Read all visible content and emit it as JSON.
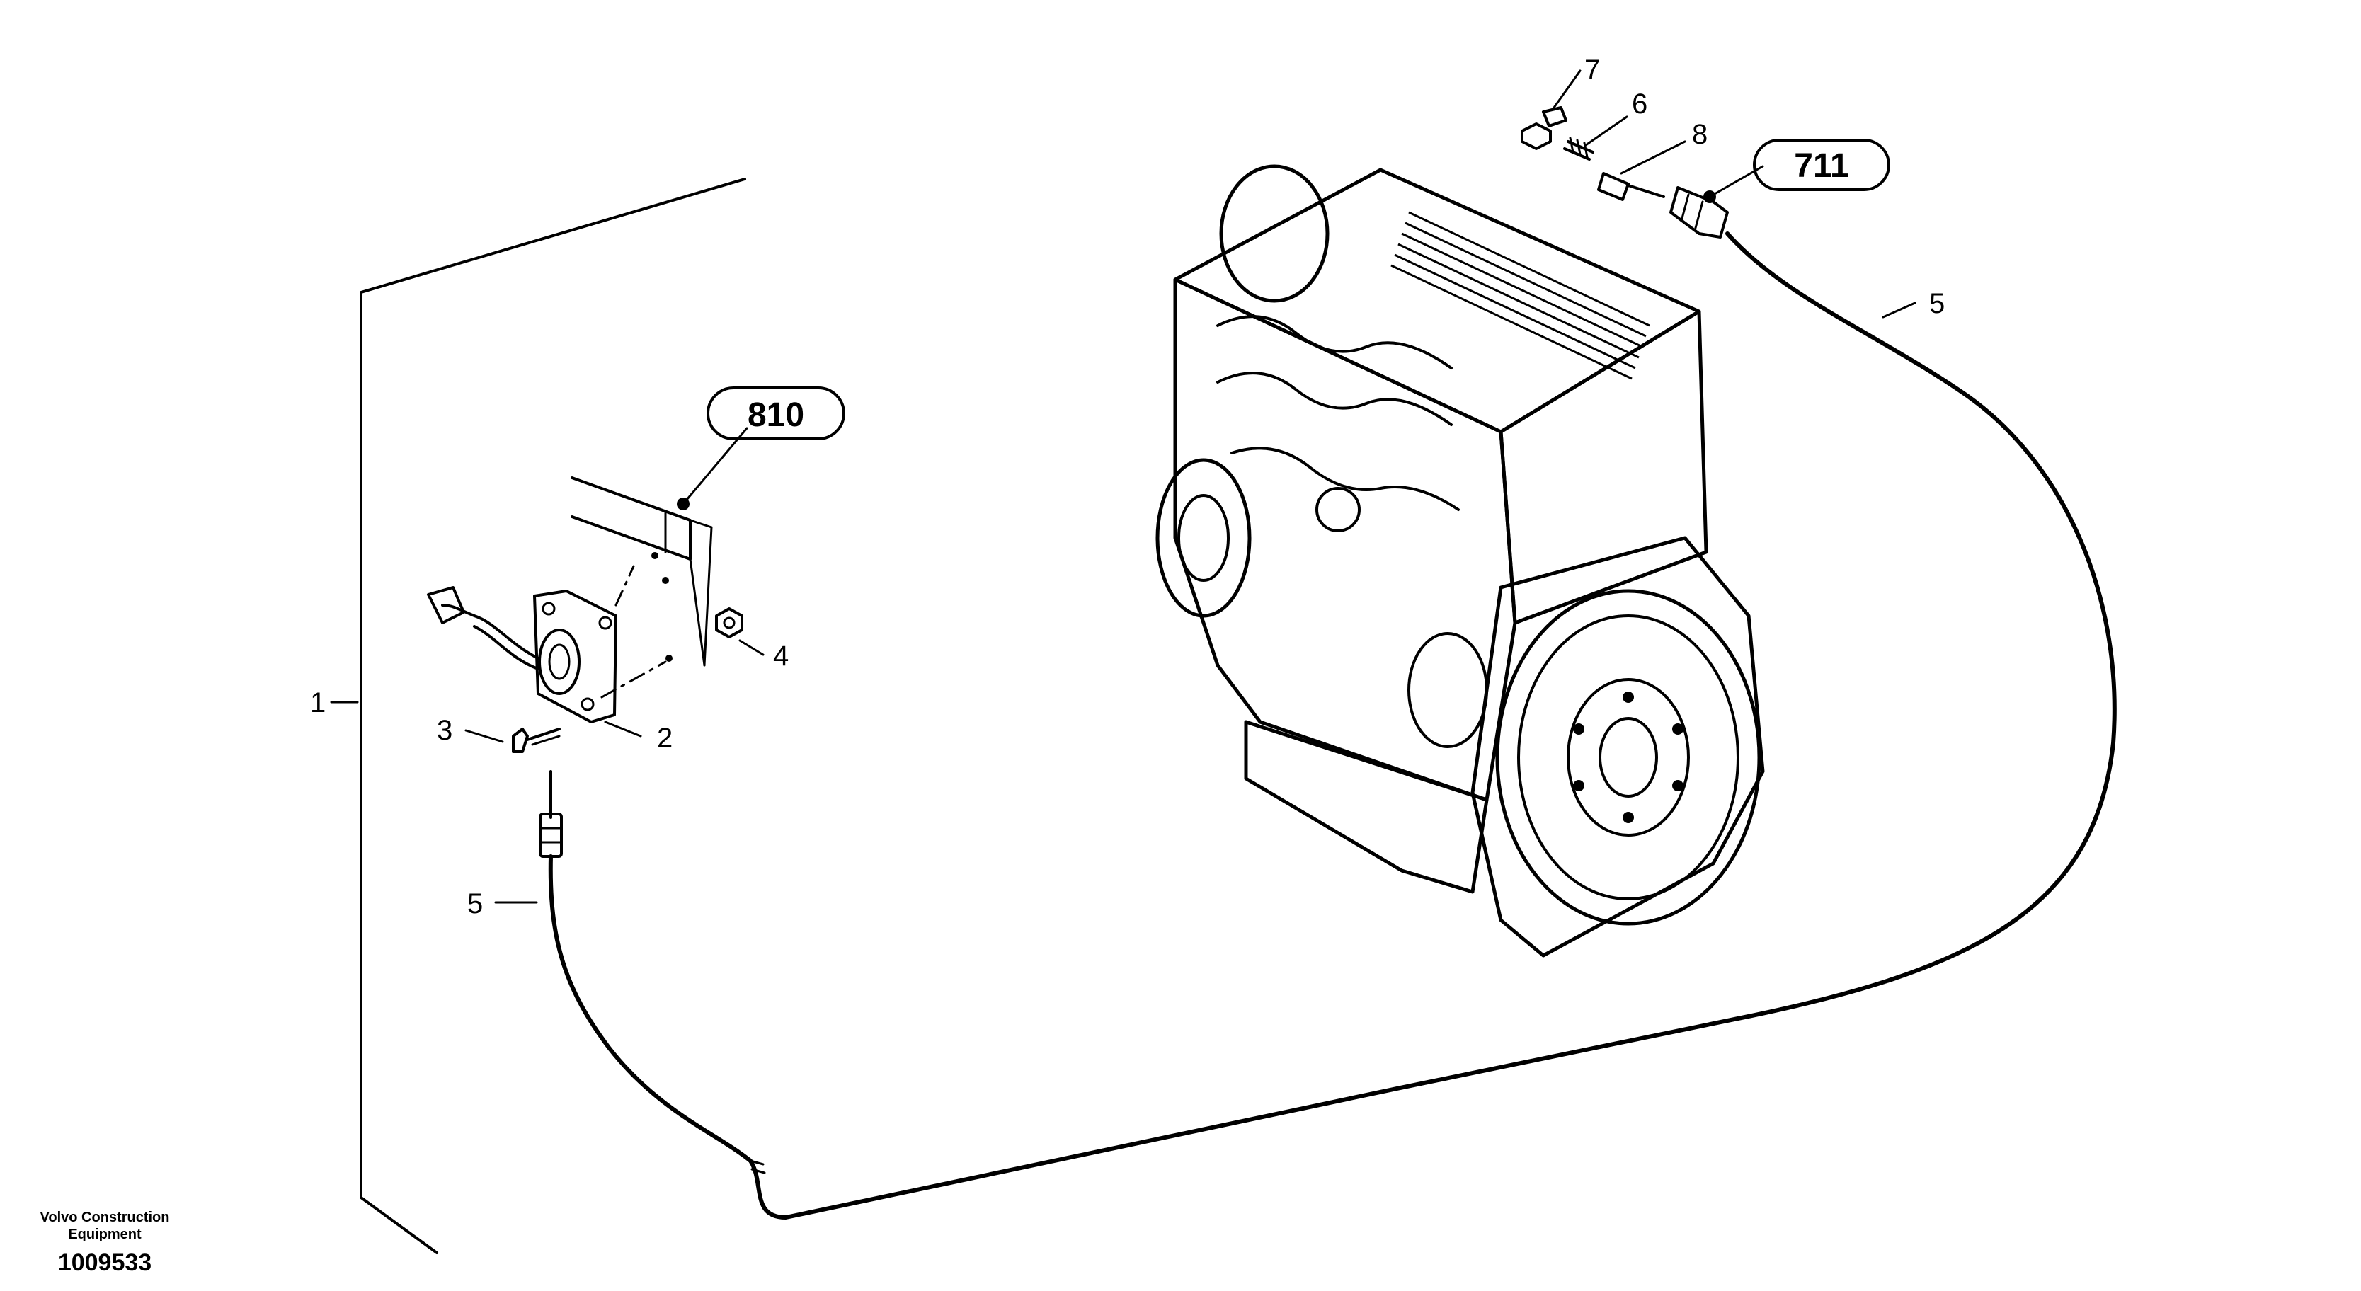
{
  "callouts": {
    "c1": "1",
    "c2": "2",
    "c3": "3",
    "c4": "4",
    "c5a": "5",
    "c5b": "5",
    "c6": "6",
    "c7": "7",
    "c8": "8"
  },
  "refs": {
    "r810": "810",
    "r711": "711"
  },
  "footer": {
    "maker_line1": "Volvo Construction",
    "maker_line2": "Equipment",
    "drawing_number": "1009533"
  }
}
